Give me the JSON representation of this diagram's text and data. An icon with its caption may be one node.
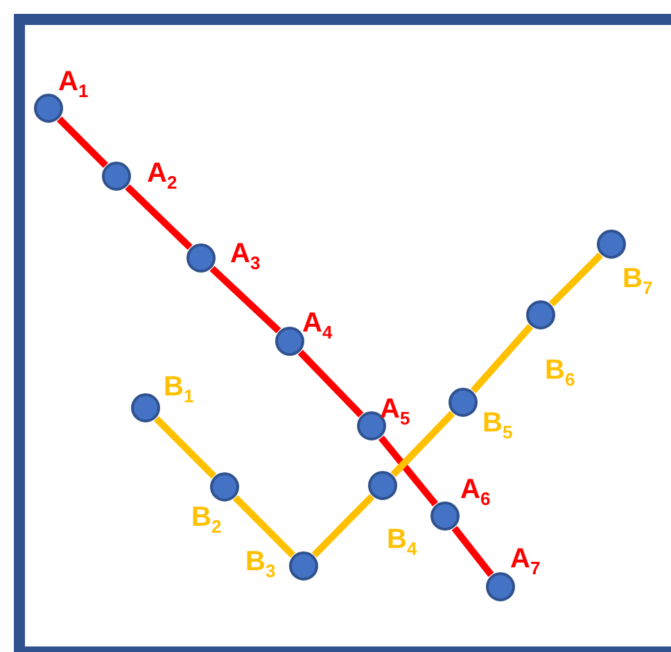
{
  "diagram": {
    "nodes": [
      {
        "text": [],
        "shape": "circle",
        "beside": [
          "A$_{1}$"
        ]
      },
      {
        "text": [],
        "shape": "circle",
        "beside": [
          "A$_{2}$"
        ]
      },
      {
        "text": [],
        "shape": "circle",
        "beside": [
          "A$_{3}$"
        ]
      },
      {
        "text": [],
        "shape": "circle",
        "beside": [
          "A$_{4}$"
        ]
      },
      {
        "text": [],
        "shape": "circle",
        "beside": [
          "A$_{5}$"
        ]
      },
      {
        "text": [],
        "shape": "circle",
        "beside": [
          "A$_{6}$"
        ]
      },
      {
        "text": [],
        "shape": "circle",
        "beside": [
          "A$_{7}$"
        ]
      },
      {
        "text": [],
        "shape": "circle",
        "beside": [
          "B$_{1}$"
        ]
      },
      {
        "text": [],
        "shape": "circle",
        "beside": [
          "B$_{2}$"
        ]
      },
      {
        "text": [],
        "shape": "circle",
        "beside": [
          "B$_{3}$"
        ]
      },
      {
        "text": [],
        "shape": "circle",
        "beside": [
          "B$_{4}$"
        ]
      },
      {
        "text": [],
        "shape": "circle",
        "beside": [
          "B$_{5}$"
        ]
      },
      {
        "text": [],
        "shape": "circle",
        "beside": [
          "B$_{6}$"
        ]
      },
      {
        "text": [],
        "shape": "circle",
        "beside": [
          "B$_{7}$"
        ]
      }
    ],
    "edges": [
      {
        "from": 0,
        "to": 1,
        "arrow": "none",
        "color": "#ff0000"
      },
      {
        "from": 1,
        "to": 2,
        "arrow": "none",
        "color": "#ff0000"
      },
      {
        "from": 2,
        "to": 3,
        "arrow": "none",
        "color": "#ff0000"
      },
      {
        "from": 3,
        "to": 4,
        "arrow": "none",
        "color": "#ff0000"
      },
      {
        "from": 4,
        "to": 5,
        "arrow": "none",
        "color": "#ff0000"
      },
      {
        "from": 5,
        "to": 6,
        "arrow": "none",
        "color": "#ff0000"
      },
      {
        "from": 7,
        "to": 8,
        "arrow": "none",
        "color": "#ffc000"
      },
      {
        "from": 8,
        "to": 9,
        "arrow": "none",
        "color": "#ffc000"
      },
      {
        "from": 9,
        "to": 10,
        "arrow": "none",
        "color": "#ffc000"
      },
      {
        "from": 10,
        "to": 11,
        "arrow": "none",
        "color": "#ffc000"
      },
      {
        "from": 11,
        "to": 12,
        "arrow": "none",
        "color": "#ffc000"
      },
      {
        "from": 12,
        "to": 13,
        "arrow": "none",
        "color": "#ffc000"
      }
    ]
  }
}
